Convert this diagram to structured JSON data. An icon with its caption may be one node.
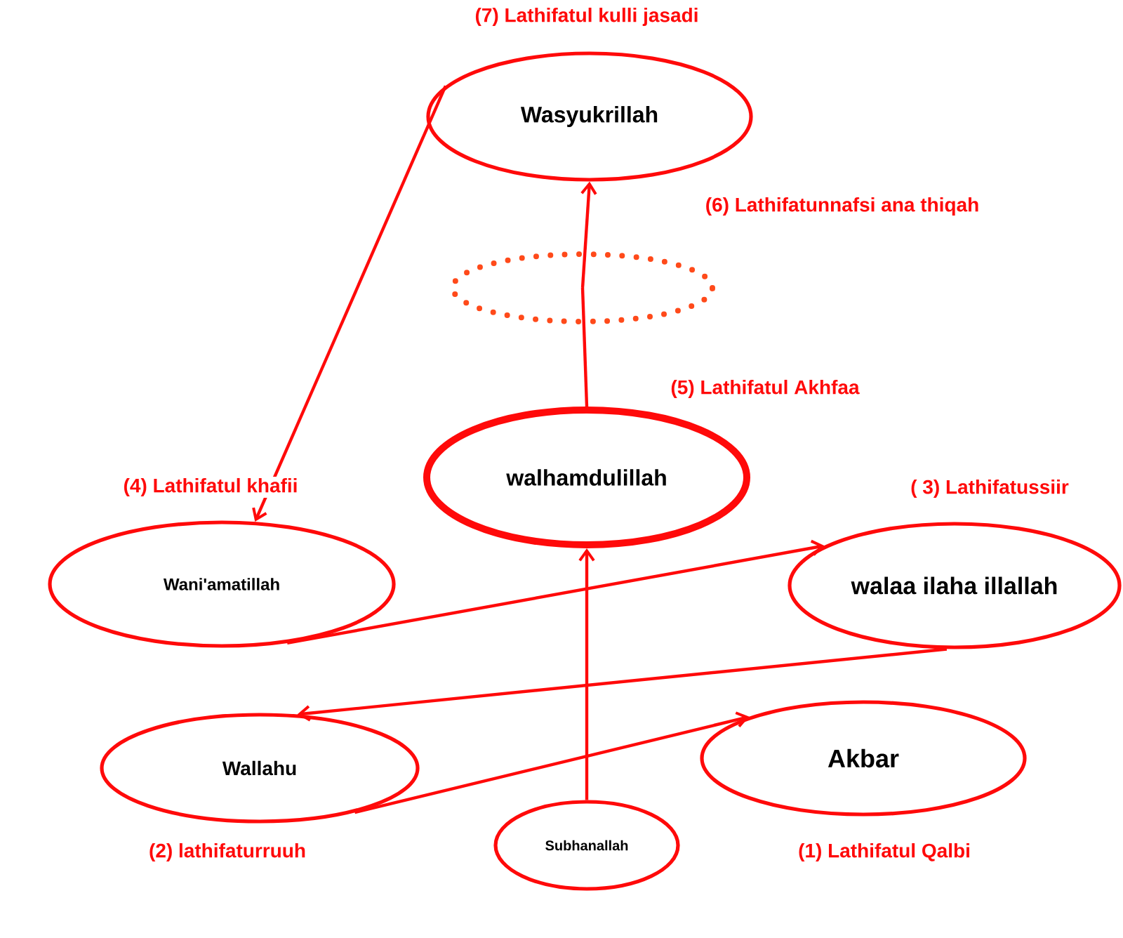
{
  "diagram": {
    "nodes": [
      {
        "text": [
          "Subhanallah"
        ]
      },
      {
        "text": [
          "Akbar"
        ]
      },
      {
        "text": [
          "Wallahu"
        ]
      },
      {
        "text": [
          "walaa ilaha illallah"
        ]
      },
      {
        "text": [
          "Wani'amatillah"
        ]
      },
      {
        "text": [
          "walhamdulillah"
        ]
      },
      {
        "text": [],
        "shape": "ellipse"
      },
      {
        "text": [
          "Wasyukrillah"
        ]
      }
    ],
    "edges": [
      {
        "from": 0,
        "to": 5,
        "arrow": "to"
      },
      {
        "from": 2,
        "to": 1,
        "arrow": "to"
      },
      {
        "from": 3,
        "to": 2,
        "arrow": "to"
      },
      {
        "from": 4,
        "to": 3,
        "arrow": "to"
      },
      {
        "from": 5,
        "to": 6,
        "arrow": "none"
      },
      {
        "from": 6,
        "to": 7,
        "arrow": "to"
      },
      {
        "from": 7,
        "to": 4,
        "arrow": "to"
      }
    ],
    "labels": [
      "(7) Lathifatul kulli jasadi",
      "(6) Lathifatunnafsi ana thiqah",
      "(5) Lathifatul Akhfaa",
      "(4) Lathifatul khafii",
      "( 3) Lathifatussiir",
      "(2) lathifaturruuh",
      "(1) Lathifatul Qalbi"
    ]
  }
}
